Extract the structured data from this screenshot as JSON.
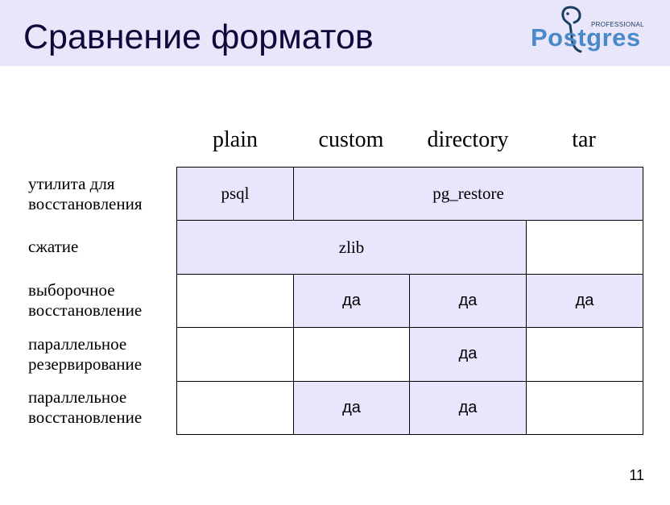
{
  "slide": {
    "title": "Сравнение форматов",
    "page_number": "11"
  },
  "logo": {
    "professional": "PROFESSIONAL",
    "word": "Postgres"
  },
  "table": {
    "columns": [
      "plain",
      "custom",
      "directory",
      "tar"
    ],
    "rows": [
      {
        "label_lines": [
          "утилита для",
          "восстановления"
        ],
        "cells": [
          {
            "text": "psql",
            "colspan": 1,
            "fill": true
          },
          {
            "text": "pg_restore",
            "colspan": 3,
            "fill": true
          }
        ]
      },
      {
        "label_lines": [
          "сжатие"
        ],
        "cells": [
          {
            "text": "zlib",
            "colspan": 3,
            "fill": true
          },
          {
            "text": "",
            "colspan": 1,
            "fill": false
          }
        ]
      },
      {
        "label_lines": [
          "выборочное",
          "восстановление"
        ],
        "cells": [
          {
            "text": "",
            "colspan": 1,
            "fill": false
          },
          {
            "text": "да",
            "colspan": 1,
            "fill": true
          },
          {
            "text": "да",
            "colspan": 1,
            "fill": true
          },
          {
            "text": "да",
            "colspan": 1,
            "fill": true
          }
        ]
      },
      {
        "label_lines": [
          "параллельное",
          "резервирование"
        ],
        "cells": [
          {
            "text": "",
            "colspan": 1,
            "fill": false
          },
          {
            "text": "",
            "colspan": 1,
            "fill": false
          },
          {
            "text": "да",
            "colspan": 1,
            "fill": true
          },
          {
            "text": "",
            "colspan": 1,
            "fill": false
          }
        ]
      },
      {
        "label_lines": [
          "параллельное",
          "восстановление"
        ],
        "cells": [
          {
            "text": "",
            "colspan": 1,
            "fill": false
          },
          {
            "text": "да",
            "colspan": 1,
            "fill": true
          },
          {
            "text": "да",
            "colspan": 1,
            "fill": true
          },
          {
            "text": "",
            "colspan": 1,
            "fill": false
          }
        ]
      }
    ]
  },
  "colors": {
    "header_band": "#e9e6fb",
    "cell_fill": "#ebe4fd",
    "title_text": "#0d0a3a",
    "logo_blue": "#4a89c8",
    "logo_dark": "#1a3d60"
  }
}
